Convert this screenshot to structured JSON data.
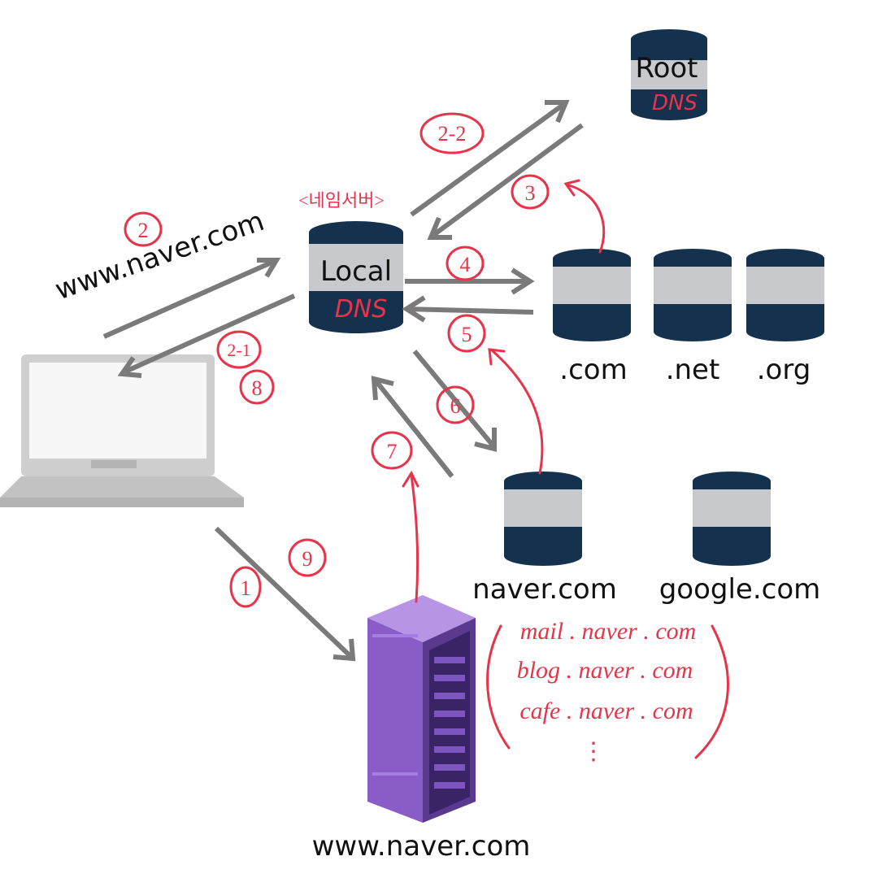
{
  "labels": {
    "root_top": "Root",
    "root_bottom": "DNS",
    "local_top": "Local",
    "local_bottom": "DNS",
    "name_server_note": "<네임서버>",
    "query_domain": "www.naver.com",
    "tld_com": ".com",
    "tld_net": ".net",
    "tld_org": ".org",
    "auth_naver": "naver.com",
    "auth_google": "google.com",
    "web_server": "www.naver.com",
    "sub_mail": "mail . naver . com",
    "sub_blog": "blog . naver . com",
    "sub_cafe": "cafe . naver . com",
    "sub_more": "⋮"
  },
  "steps": {
    "s1": "1",
    "s2": "2",
    "s2_1": "2-1",
    "s2_2": "2-2",
    "s3": "3",
    "s4": "4",
    "s5": "5",
    "s6": "6",
    "s7": "7",
    "s8": "8",
    "s9": "9"
  },
  "colors": {
    "navy": "#14324d",
    "silver": "#c7c9cc",
    "arrow_gray": "#7a7a7a",
    "annotation_red": "#e8344a",
    "server_purple": "#8a5cc8"
  },
  "icons": [
    "laptop-icon",
    "server-rack-icon",
    "database-icon"
  ]
}
